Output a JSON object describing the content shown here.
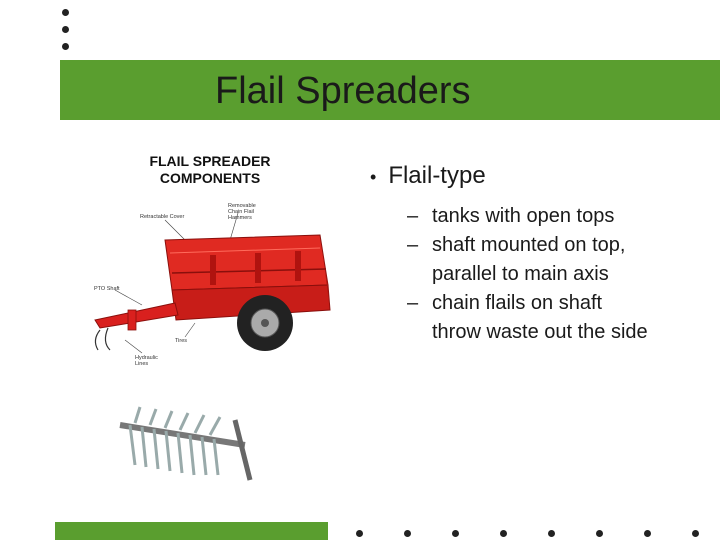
{
  "slide": {
    "title": "Flail Spreaders",
    "figure": {
      "heading": "FLAIL SPREADER COMPONENTS",
      "labels": {
        "retractable_cover": "Retractable Cover",
        "removable_chain_flail": "Removable Chain Flail Hammers",
        "pto_shaft": "PTO Shaft",
        "tires": "Tires",
        "hydraulic_lines": "Hydraulic Lines"
      }
    },
    "bullet": {
      "main": "Flail-type",
      "subs": [
        "tanks with open tops",
        "shaft mounted on top, parallel to main axis",
        "chain flails on shaft throw waste out the side"
      ]
    }
  },
  "colors": {
    "accent_green": "#5a9e2f",
    "spreader_red": "#d9201e"
  }
}
